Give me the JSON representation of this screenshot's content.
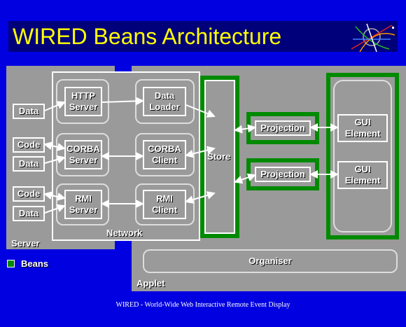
{
  "title": "WIRED Beans Architecture",
  "server_panel": {
    "label": "Server",
    "items": [
      "Data",
      "Code",
      "Data",
      "Code",
      "Data"
    ]
  },
  "network": {
    "label": "Network",
    "servers": [
      "HTTP Server",
      "CORBA Server",
      "RMI Server"
    ],
    "clients": [
      "Data Loader",
      "CORBA Client",
      "RMI Client"
    ]
  },
  "store": {
    "label": "Store"
  },
  "projections": [
    "Projection",
    "Projection"
  ],
  "gui_elements": [
    "GUI Element",
    "GUI Element"
  ],
  "organiser": {
    "label": "Organiser"
  },
  "applet": {
    "label": "Applet"
  },
  "legend": {
    "label": "Beans",
    "color": "#008a00"
  },
  "footer": "WIRED - World-Wide Web Interactive Remote Event Display",
  "colors": {
    "background": "#0000e0",
    "title": "#ffff00",
    "panel": "#9a9a9a",
    "bean": "#008a00"
  }
}
